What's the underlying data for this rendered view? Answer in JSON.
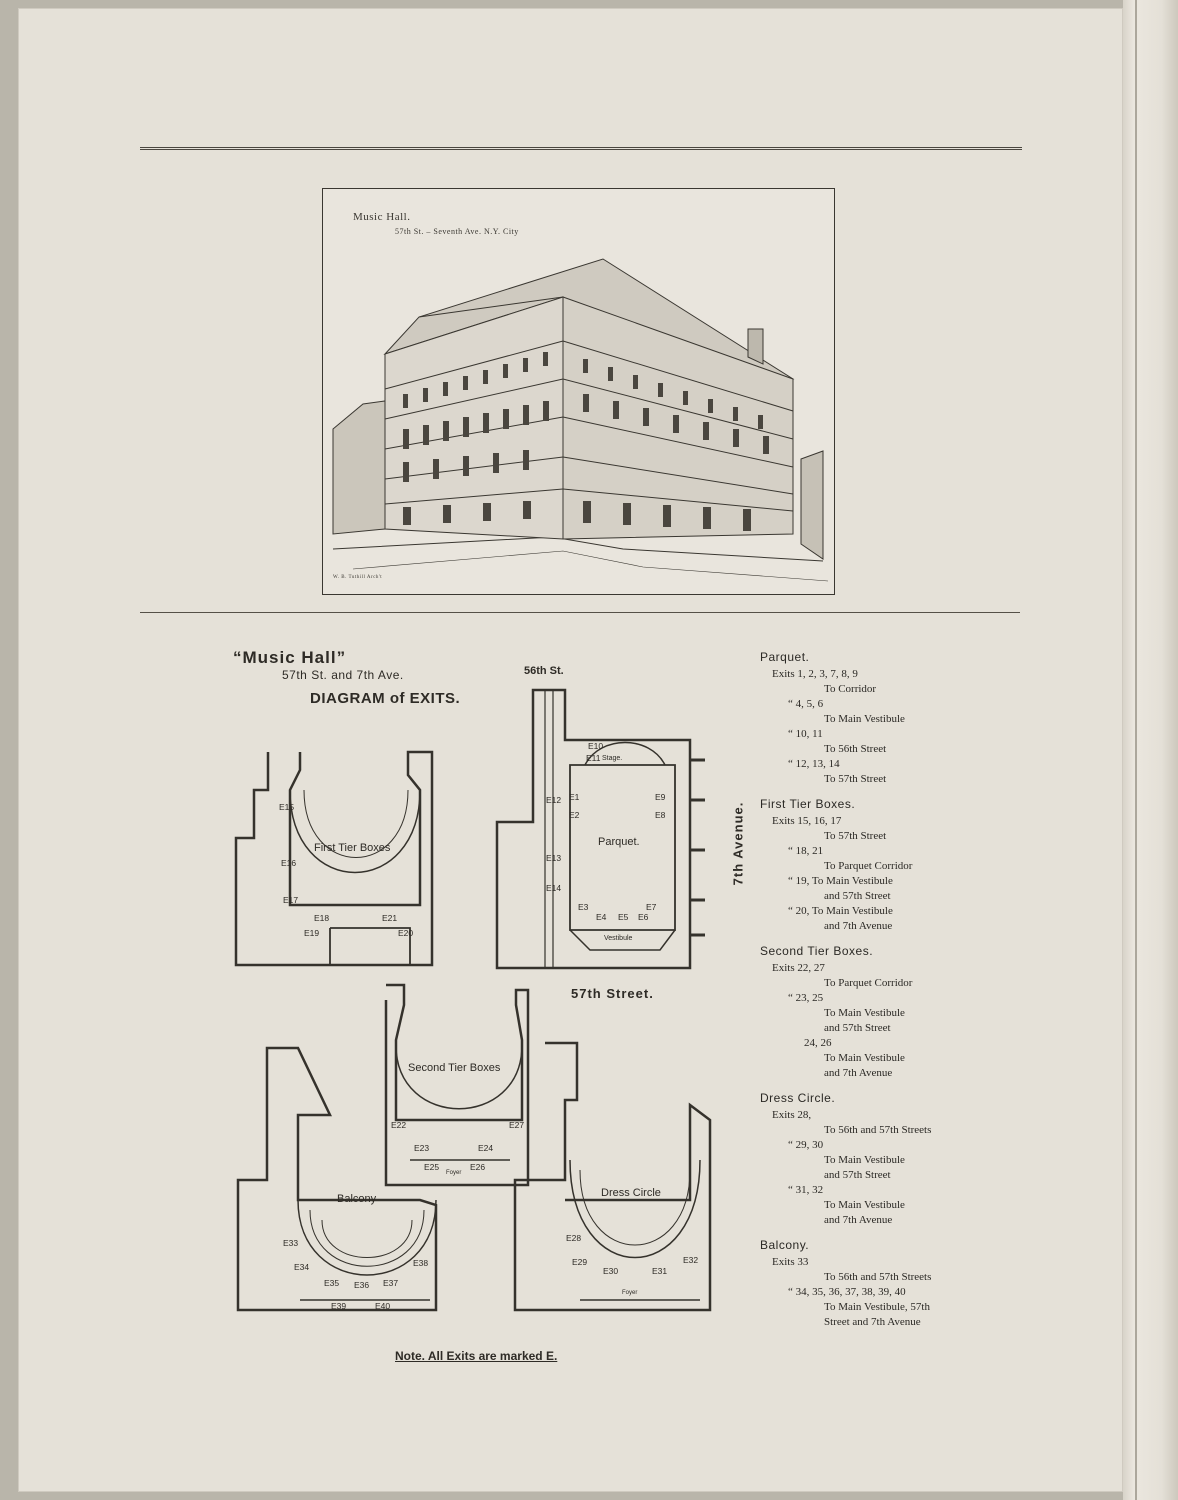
{
  "engraving": {
    "title": "Music Hall.",
    "subtitle": "57th St. – Seventh Ave. N.Y. City",
    "credit": "W. B. Tuthill Arch't"
  },
  "diagram": {
    "title": "“Music Hall”",
    "streets": "57th St. and 7th Ave.",
    "heading": "DIAGRAM of EXITS.",
    "street_56": "56th St.",
    "street_57": "57th Street.",
    "avenue_7": "7th Avenue.",
    "note": "Note. All Exits are marked E.",
    "rooms": {
      "first_tier": "First Tier Boxes",
      "parquet": "Parquet.",
      "stage": "Stage.",
      "vestibule": "Vestibule",
      "second_tier": "Second Tier Boxes",
      "balcony": "Balcony",
      "dress_circle": "Dress Circle",
      "foyer": "Foyer"
    },
    "exit_marks": {
      "e1": "E1",
      "e2": "E2",
      "e3": "E3",
      "e4": "E4",
      "e5": "E5",
      "e6": "E6",
      "e7": "E7",
      "e8": "E8",
      "e9": "E9",
      "e10": "E10",
      "e11": "E11",
      "e12": "E12",
      "e13": "E13",
      "e14": "E14",
      "e15": "E15",
      "e16": "E16",
      "e17": "E17",
      "e18": "E18",
      "e19": "E19",
      "e20": "E20",
      "e21": "E21",
      "e22": "E22",
      "e23": "E23",
      "e24": "E24",
      "e25": "E25",
      "e26": "E26",
      "e27": "E27",
      "e28": "E28",
      "e29": "E29",
      "e30": "E30",
      "e31": "E31",
      "e32": "E32",
      "e33": "E33",
      "e34": "E34",
      "e35": "E35",
      "e36": "E36",
      "e37": "E37",
      "e38": "E38",
      "e39": "E39",
      "e40": "E40"
    }
  },
  "exits": [
    {
      "heading": "Parquet.",
      "lines": [
        "Exits 1, 2, 3, 7, 8, 9",
        "To Corridor",
        "“  4, 5, 6",
        "To Main Vestibule",
        "“  10, 11",
        "To 56th Street",
        "“  12, 13, 14",
        "To 57th Street"
      ]
    },
    {
      "heading": "First Tier Boxes.",
      "lines": [
        "Exits 15, 16, 17",
        "To 57th Street",
        "“  18, 21",
        "To Parquet Corridor",
        "“  19, To Main Vestibule",
        "and 57th Street",
        "“  20, To Main Vestibule",
        "and 7th Avenue"
      ]
    },
    {
      "heading": "Second Tier Boxes.",
      "lines": [
        "Exits 22, 27",
        "To Parquet Corridor",
        "“  23, 25",
        "To Main Vestibule",
        "and 57th Street",
        "24, 26",
        "To Main Vestibule",
        "and 7th Avenue"
      ]
    },
    {
      "heading": "Dress Circle.",
      "lines": [
        "Exits 28,",
        "To 56th and 57th Streets",
        "“  29, 30",
        "To Main Vestibule",
        "and 57th Street",
        "“  31, 32",
        "To Main Vestibule",
        "and 7th Avenue"
      ]
    },
    {
      "heading": "Balcony.",
      "lines": [
        "Exits 33",
        "To 56th and 57th Streets",
        "“  34, 35, 36, 37, 38, 39, 40",
        "To Main Vestibule, 57th",
        "Street and 7th Avenue"
      ]
    }
  ]
}
